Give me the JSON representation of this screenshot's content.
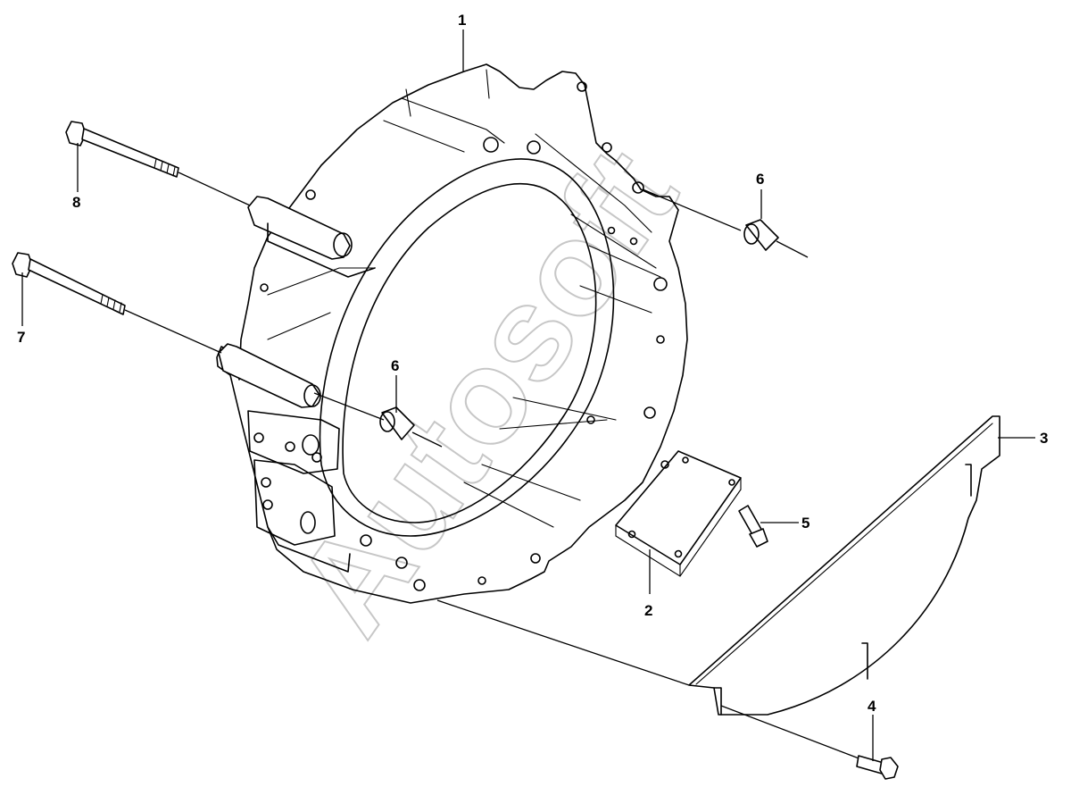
{
  "callouts": [
    {
      "id": "1",
      "label": "1"
    },
    {
      "id": "2",
      "label": "2"
    },
    {
      "id": "3",
      "label": "3"
    },
    {
      "id": "4",
      "label": "4"
    },
    {
      "id": "5",
      "label": "5"
    },
    {
      "id": "6a",
      "label": "6"
    },
    {
      "id": "6b",
      "label": "6"
    },
    {
      "id": "7",
      "label": "7"
    },
    {
      "id": "8",
      "label": "8"
    }
  ],
  "watermark": "Autosoft"
}
